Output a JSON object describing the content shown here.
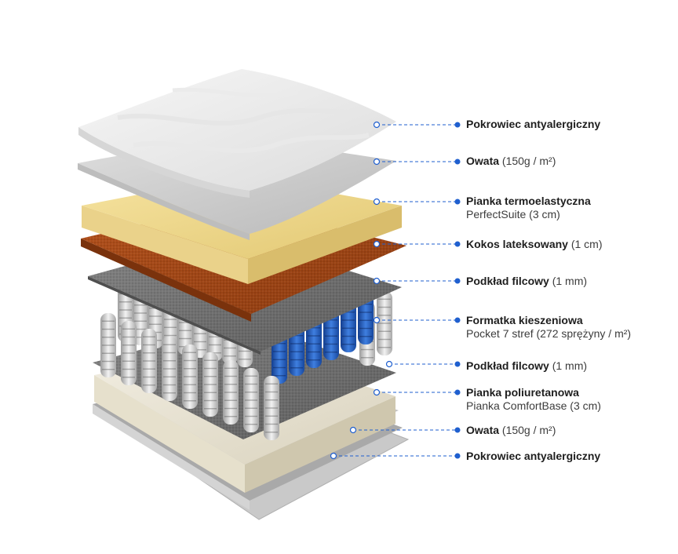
{
  "accent_color": "#1f5fcf",
  "layers": [
    {
      "title": "Pokrowiec antyalergiczny",
      "detail": "",
      "sub": ""
    },
    {
      "title": "Owata",
      "detail": "(150g / m²)",
      "sub": ""
    },
    {
      "title": "Pianka termoelastyczna",
      "detail": "",
      "sub": "PerfectSuite (3 cm)"
    },
    {
      "title": "Kokos lateksowany",
      "detail": "(1 cm)",
      "sub": ""
    },
    {
      "title": "Podkład filcowy",
      "detail": "(1 mm)",
      "sub": ""
    },
    {
      "title": "Formatka kieszeniowa",
      "detail": "",
      "sub": "Pocket 7 stref (272 sprężyny / m²)"
    },
    {
      "title": "Podkład filcowy",
      "detail": "(1 mm)",
      "sub": ""
    },
    {
      "title": "Pianka poliuretanowa",
      "detail": "",
      "sub": "Pianka ComfortBase (3 cm)"
    },
    {
      "title": "Owata",
      "detail": "(150g / m²)",
      "sub": ""
    },
    {
      "title": "Pokrowiec antyalergiczny",
      "detail": "",
      "sub": ""
    }
  ]
}
